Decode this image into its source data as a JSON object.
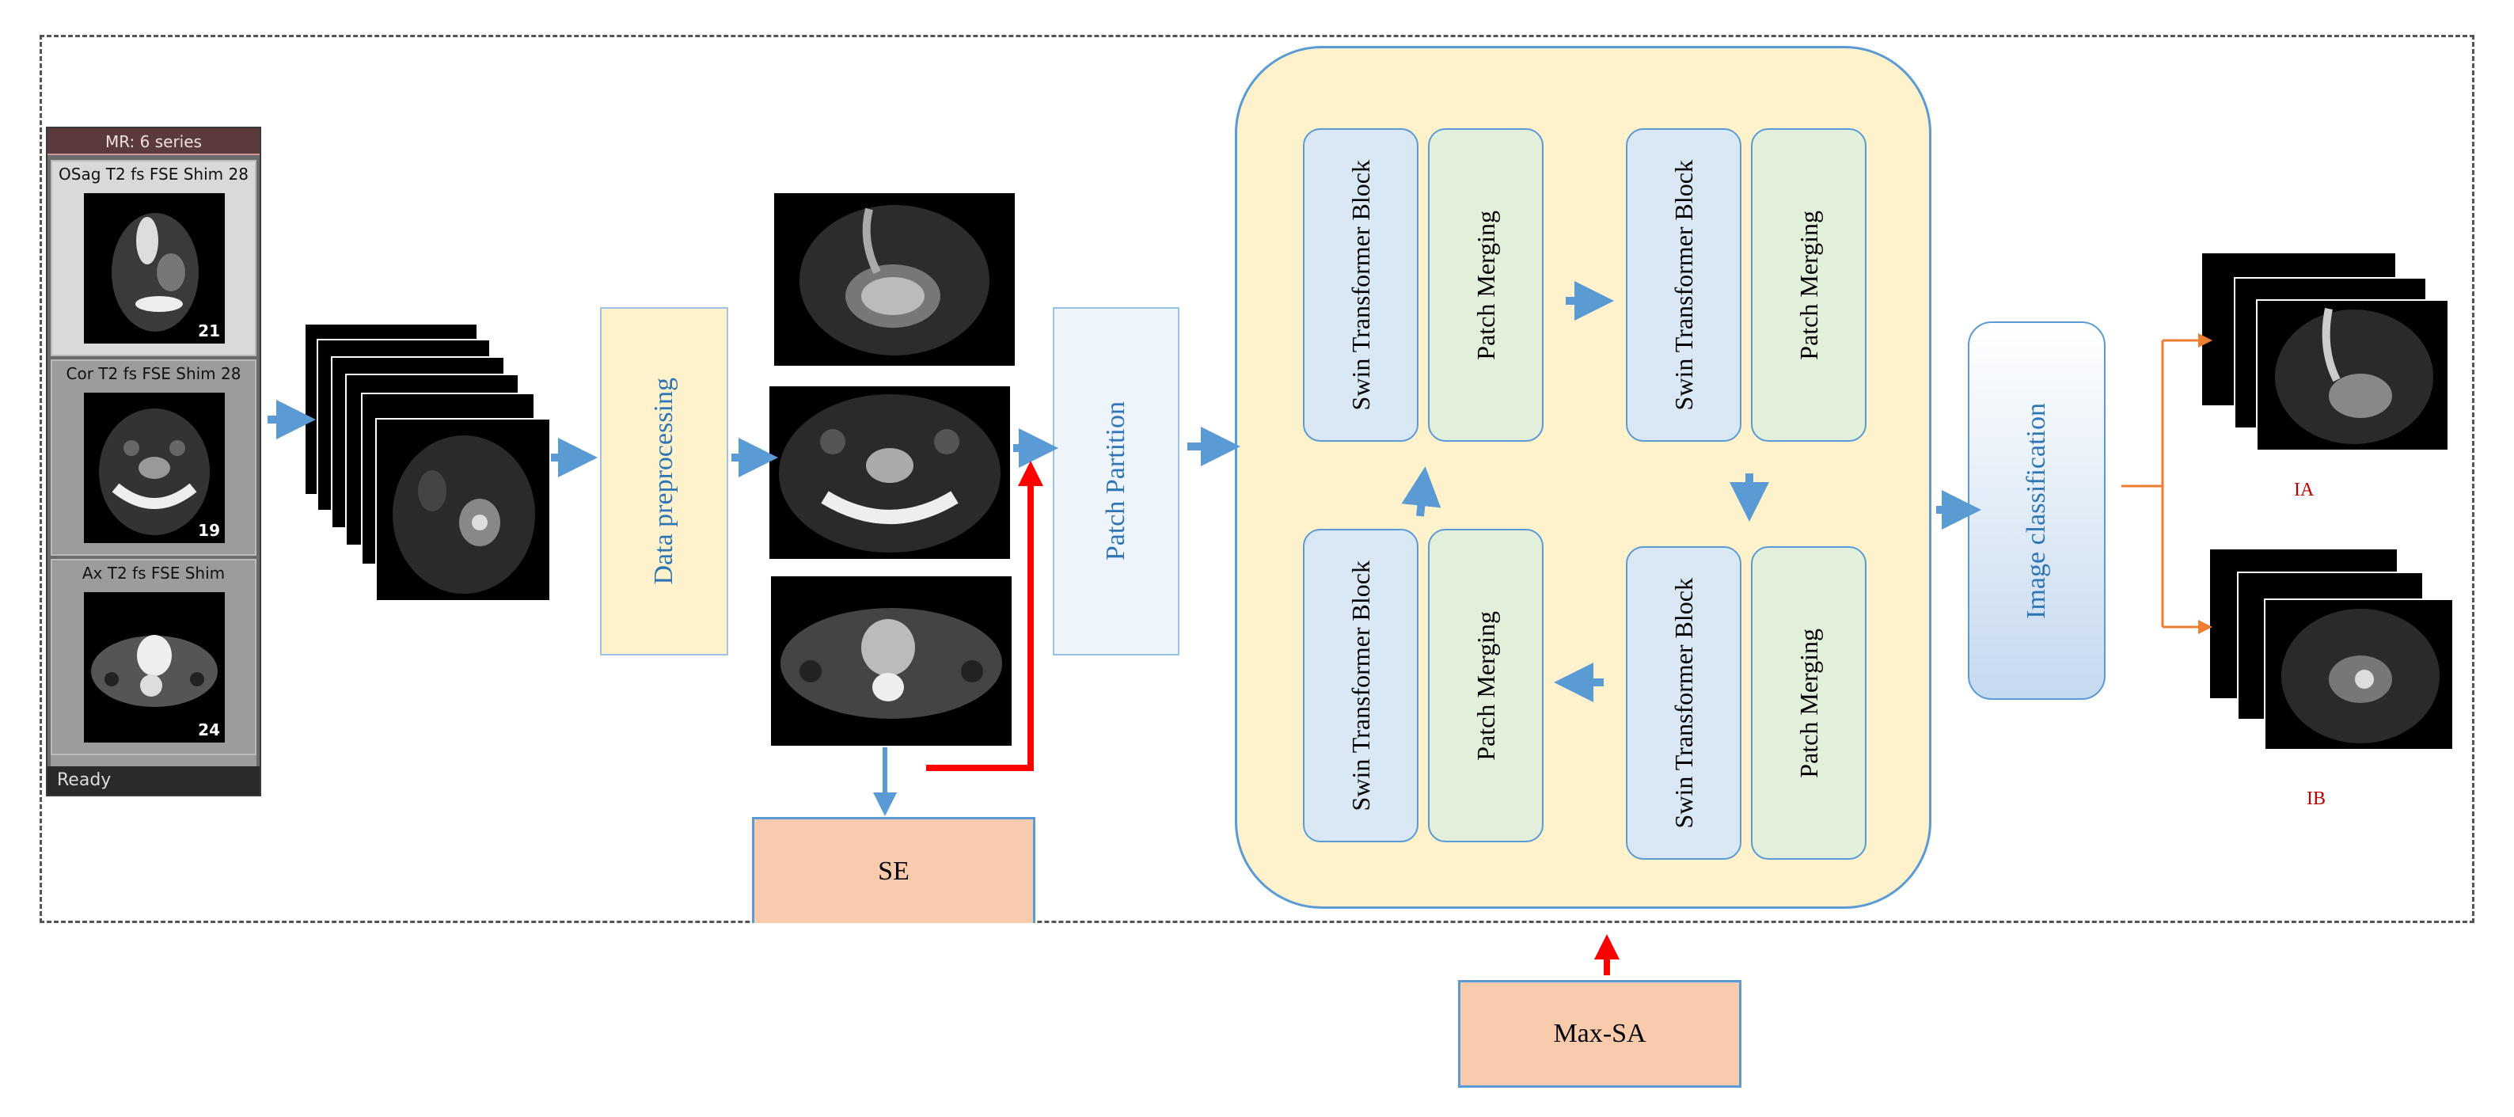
{
  "mr_panel": {
    "header": "MR: 6 series",
    "series": [
      {
        "label": "OSag T2 fs FSE Shim 28",
        "count": "21"
      },
      {
        "label": "Cor T2 fs FSE Shim 28",
        "count": "19"
      },
      {
        "label": "Ax T2 fs FSE Shim",
        "count": "24"
      }
    ],
    "status": "Ready"
  },
  "boxes": {
    "data_preprocessing": "Data preprocessing",
    "patch_partition": "Patch Partition",
    "se": "SE",
    "image_classification": "Image classification",
    "max_sa": "Max-SA"
  },
  "swin": {
    "block_label": "Swin Transformer Block",
    "merge_label": "Patch Merging"
  },
  "outputs": {
    "ia": "IA",
    "ib": "IB"
  },
  "colors": {
    "arrow_blue": "#5b9bd5",
    "arrow_red": "#ff0000",
    "arrow_orange": "#ed7d31",
    "swin_bg": "#fdf2cc",
    "peach": "#f8cbad"
  }
}
